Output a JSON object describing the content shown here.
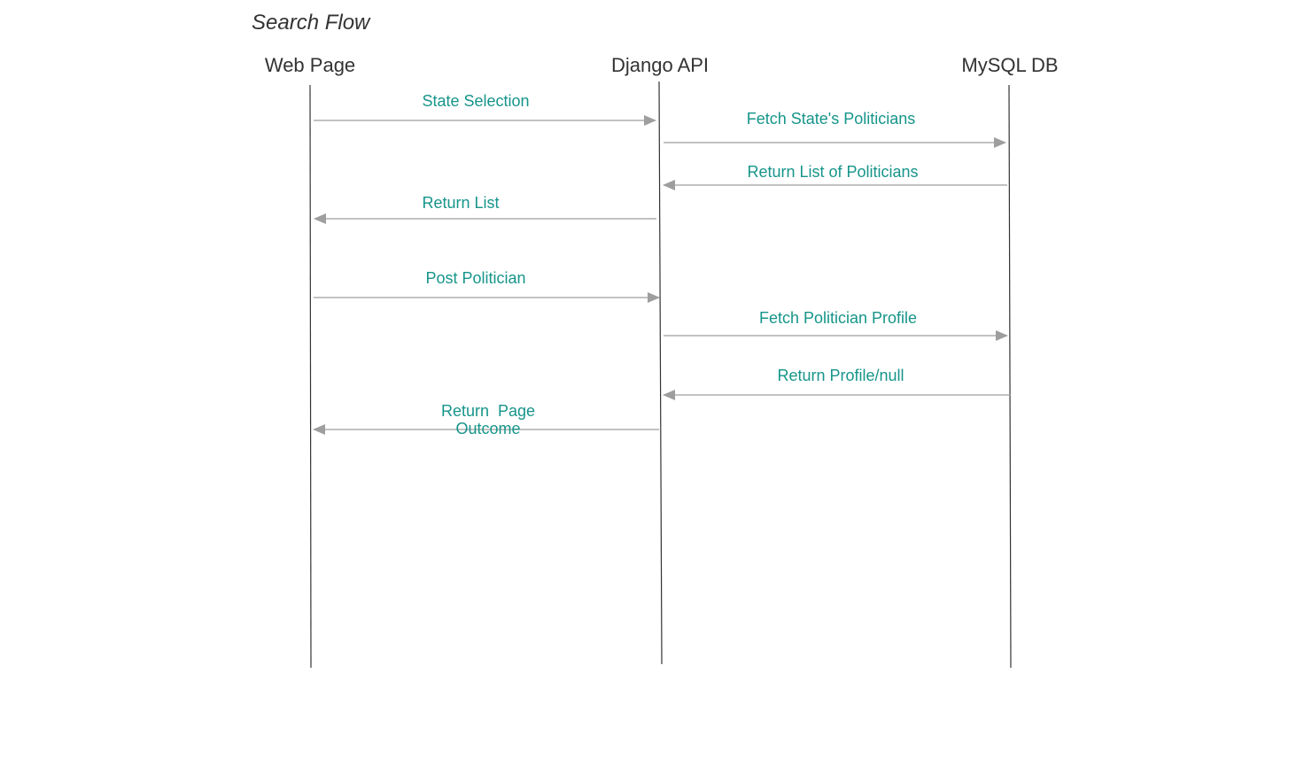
{
  "diagram": {
    "title": "Search Flow",
    "colors": {
      "lifeline": "#333333",
      "arrow": "#9e9e9e",
      "label": "#16958a",
      "text": "#333333"
    },
    "actors": [
      {
        "id": "web",
        "label": "Web Page"
      },
      {
        "id": "api",
        "label": "Django API"
      },
      {
        "id": "db",
        "label": "MySQL DB"
      }
    ],
    "messages": [
      {
        "from": "web",
        "to": "api",
        "label": "State Selection"
      },
      {
        "from": "api",
        "to": "db",
        "label": "Fetch State's Politicians"
      },
      {
        "from": "db",
        "to": "api",
        "label": "Return List of Politicians"
      },
      {
        "from": "api",
        "to": "web",
        "label": "Return List"
      },
      {
        "from": "web",
        "to": "api",
        "label": "Post Politician"
      },
      {
        "from": "api",
        "to": "db",
        "label": "Fetch Politician Profile"
      },
      {
        "from": "db",
        "to": "api",
        "label": "Return Profile/null"
      },
      {
        "from": "api",
        "to": "web",
        "label": "Return  Page\nOutcome"
      }
    ]
  }
}
